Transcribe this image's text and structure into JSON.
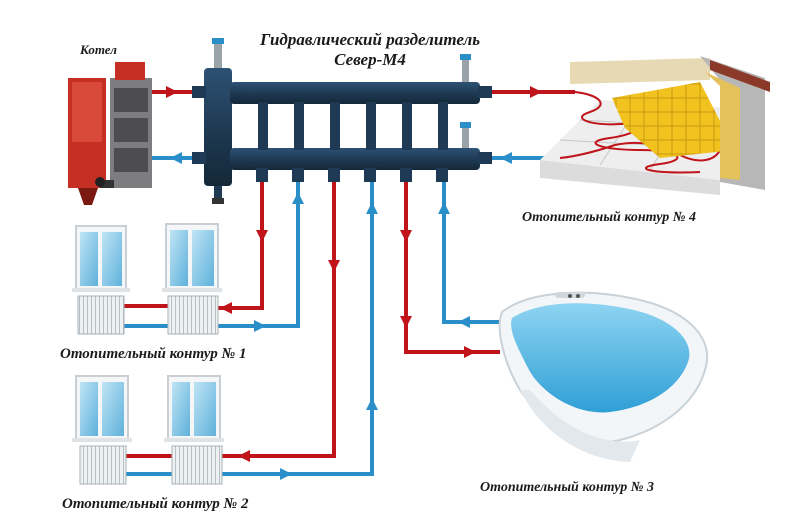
{
  "diagram": {
    "title_line1": "Гидравлический разделитель",
    "title_line2": "Север-М4",
    "boiler_label": "Котел",
    "circuit_4_label": "Отопительный контур № 4",
    "circuit_1_label": "Отопительный контур № 1",
    "circuit_2_label": "Отопительный контур № 2",
    "circuit_3_label": "Отопительный контур № 3"
  },
  "colors": {
    "hot_pipe": "#c0141b",
    "cold_pipe": "#2a8fc8",
    "manifold": "#1f3a54",
    "boiler_body": "#c62f24",
    "floor_tile": "#f2c21f"
  },
  "icons": [
    "boiler-icon",
    "hydraulic-separator-icon",
    "window-icon",
    "radiator-icon",
    "bathtub-icon",
    "underfloor-heating-icon",
    "air-vent-icon"
  ]
}
